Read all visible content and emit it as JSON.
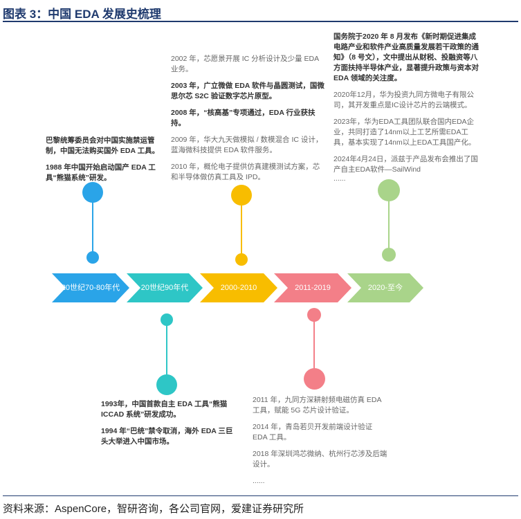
{
  "title": "图表 3：中国 EDA 发展史梳理",
  "source": "资料来源：AspenCore，智研咨询，各公司官网，爱建证券研究所",
  "colors": {
    "era1": "#2aa4e8",
    "era2": "#2ec6c6",
    "era3": "#f8bd00",
    "era4": "#f37f88",
    "era5": "#a9d48a"
  },
  "eras": [
    {
      "label": "20世纪70-80年代"
    },
    {
      "label": "20世纪90年代"
    },
    {
      "label": "2000-2010"
    },
    {
      "label": "2011-2019"
    },
    {
      "label": "2020-至今"
    }
  ],
  "events": {
    "era1": [
      "巴黎统筹委员会对中国实施禁运管制，中国无法购买国外 EDA 工具。",
      "1988 年中国开始启动国产 EDA 工具“熊猫系统”研发。"
    ],
    "era2": [
      "1993年，中国首款自主 EDA 工具“熊猫ICCAD 系统”研发成功。",
      "1994 年“巴统”禁令取消，海外 EDA 三巨头大举进入中国市场。"
    ],
    "era3": [
      "2002 年，芯愿景开展 IC 分析设计及少量 EDA 业务。",
      "2003 年，广立微做 EDA 软件与晶圆测试，国微思尔芯 S2C 验证数字芯片原型。",
      "2008 年，“核高基”专项通过，EDA 行业获扶持。",
      "2009 年，华大九天做模拟 / 数模混合 IC 设计，蓝海微科技提供 EDA 软件服务。",
      "2010 年，概伦电子提供仿真建模测试方案，芯和半导体做仿真工具及 IPD。"
    ],
    "era4": [
      "2011 年，九同方深耕射频电磁仿真 EDA 工具，赋能 5G 芯片设计验证。",
      "2014 年，青岛若贝开发前端设计验证 EDA 工具。",
      "2018 年深圳鸿芯微纳、杭州行芯涉及后端设计。",
      "......"
    ],
    "era5": [
      "国务院于2020 年 8 月发布《新时期促进集成电路产业和软件产业高质量发展若干政策的通知》（8 号文），文中提出从财税、投融资等八方面扶持半导体产业，显著提升政策与资本对 EDA 领域的关注度。",
      "2020年12月，华为投资九同方微电子有限公司，其开发重点是IC设计芯片的云端模式。",
      "2023年，华为EDA工具团队联合国内EDA企业，共同打造了14nm以上工艺所需EDA工具，基本实现了14nm以上EDA工具国产化。",
      "2024年4月24日，派兹于产品发布会推出了国产自主EDA软件—SailWind",
      "......"
    ]
  }
}
